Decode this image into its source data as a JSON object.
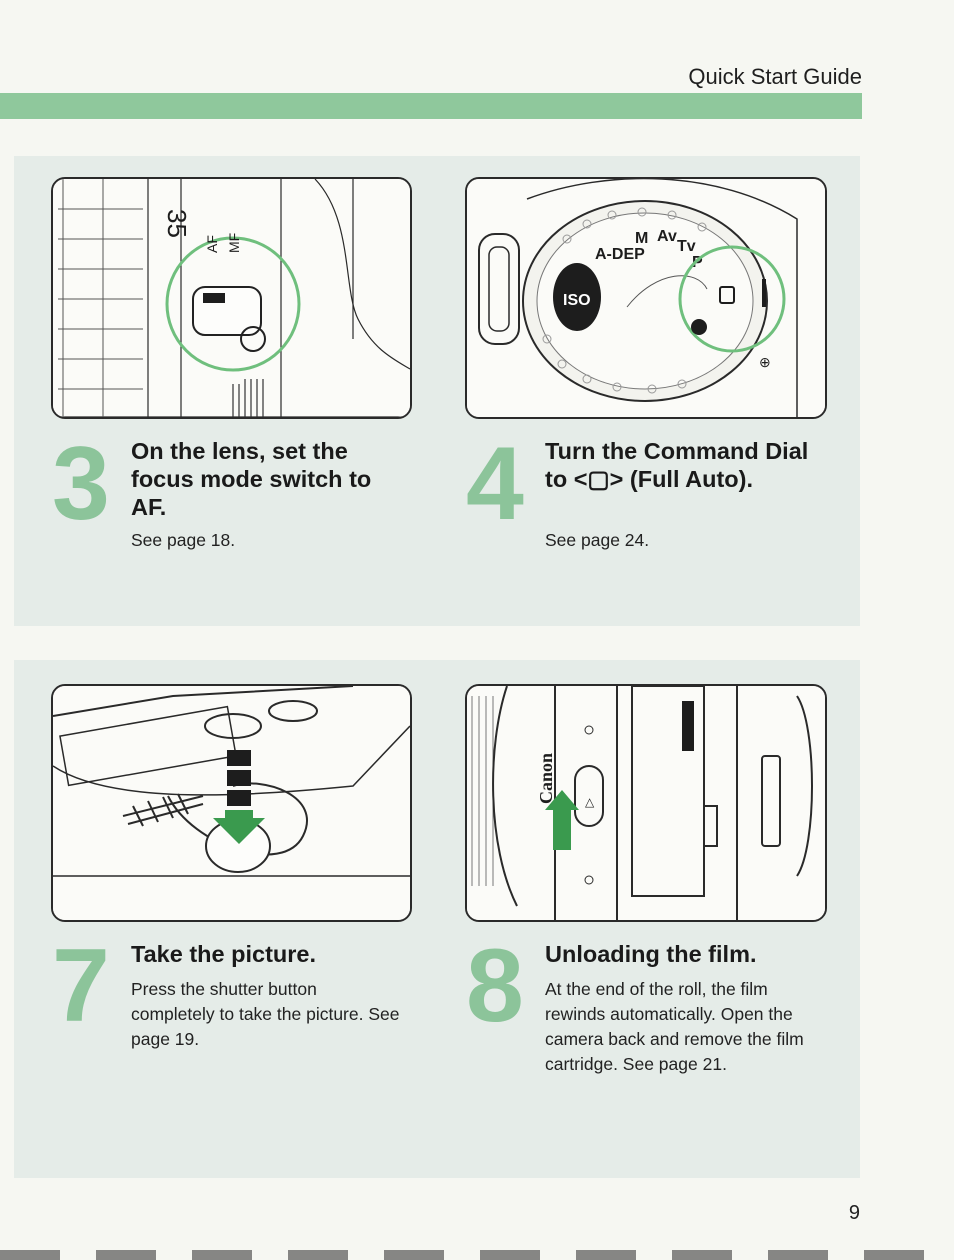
{
  "header": {
    "title": "Quick Start Guide"
  },
  "steps": [
    {
      "number": "3",
      "title": "On the lens, set the focus mode switch to AF.",
      "body": "See page 18.",
      "illustration": "lens-focus-switch",
      "illustration_labels": [
        "35",
        "AF",
        "MF"
      ]
    },
    {
      "number": "4",
      "title": "Turn the Command Dial to <▢> (Full Auto).",
      "body": "See page 24.",
      "illustration": "command-dial",
      "illustration_labels": [
        "A-DEP",
        "M",
        "Av",
        "Tv",
        "P",
        "ISO"
      ]
    },
    {
      "number": "7",
      "title": "Take the picture.",
      "body": "Press the shutter button completely to take the picture. See page 19.",
      "illustration": "shutter-button"
    },
    {
      "number": "8",
      "title": "Unloading the film.",
      "body": "At the end of the roll, the film rewinds automatically. Open the camera back and remove the film cartridge. See page 21.",
      "illustration": "camera-back-open",
      "illustration_labels": [
        "Canon"
      ]
    }
  ],
  "footer": {
    "page_number": "9"
  },
  "colors": {
    "accent": "#8fc89c",
    "panel": "#e5ece8",
    "step_number": "#8cc49a"
  }
}
